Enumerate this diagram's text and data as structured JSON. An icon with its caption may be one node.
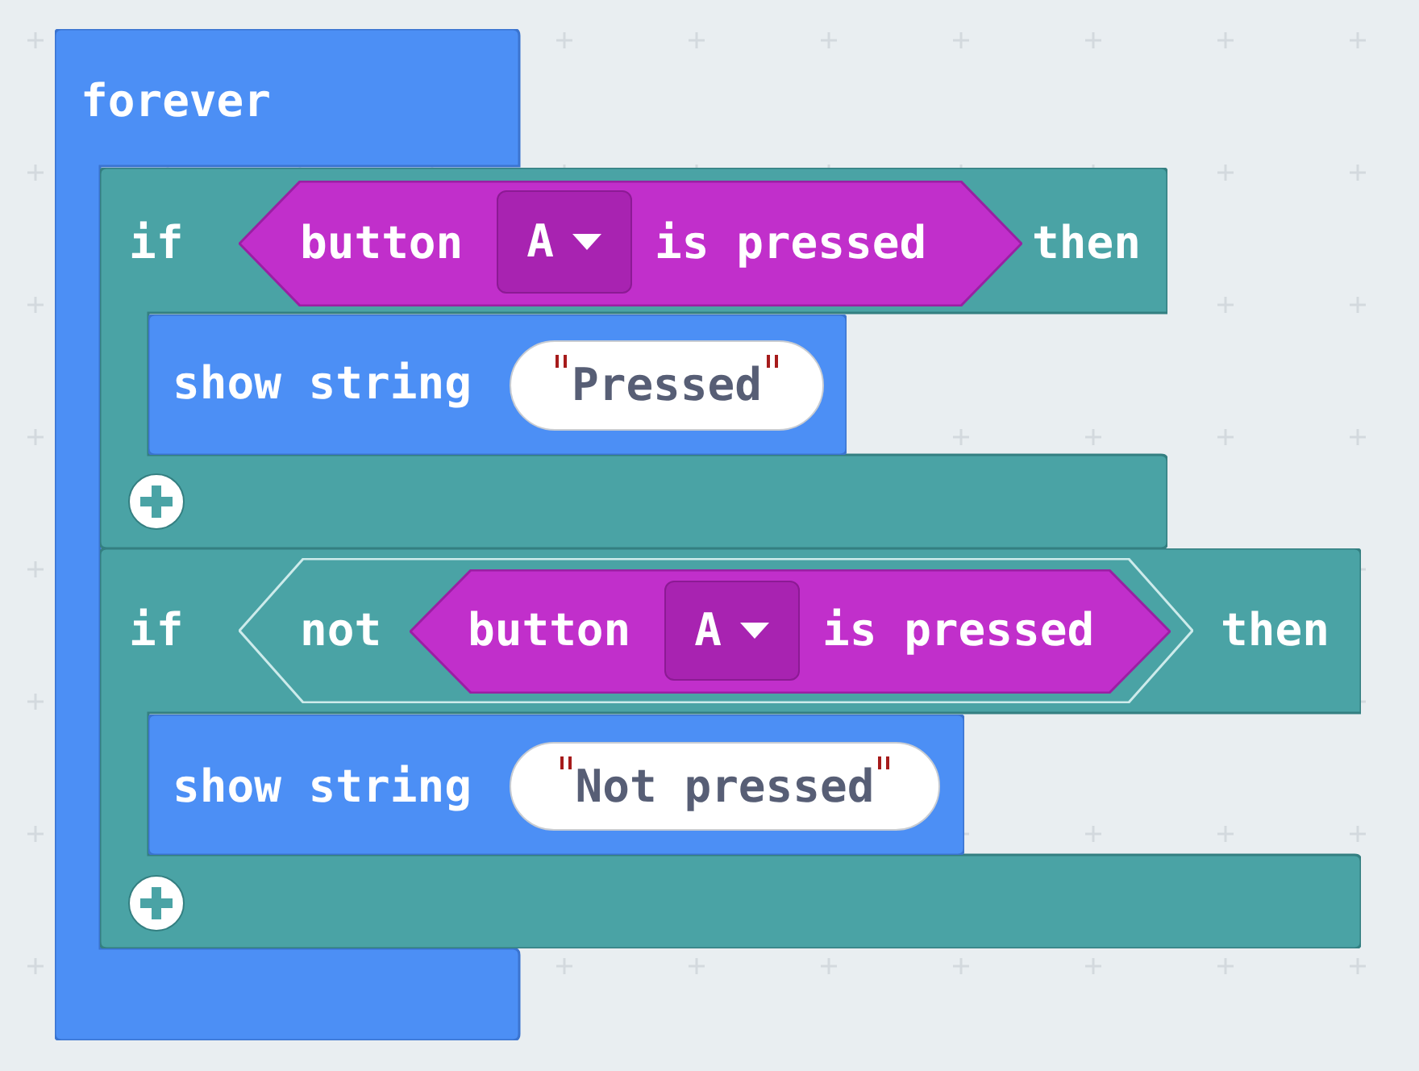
{
  "diagram": {
    "nodes": [
      {
        "text": [
          "forever"
        ]
      },
      {
        "text": [
          "if",
          "then"
        ]
      },
      {
        "text": [
          "button",
          "is pressed"
        ],
        "in": 1
      },
      {
        "text": [
          "A"
        ],
        "in": 2
      },
      {
        "text": [
          "show string"
        ],
        "in": 1
      },
      {
        "text": [
          "Pressed"
        ],
        "in": 4
      },
      {
        "text": [
          "if",
          "then"
        ]
      },
      {
        "text": [
          "not"
        ],
        "in": 6
      },
      {
        "text": [
          "button",
          "is pressed"
        ],
        "in": 7
      },
      {
        "text": [
          "A"
        ],
        "in": 8
      },
      {
        "text": [
          "show string"
        ],
        "in": 6
      },
      {
        "text": [
          "Not pressed"
        ],
        "in": 10
      }
    ]
  }
}
